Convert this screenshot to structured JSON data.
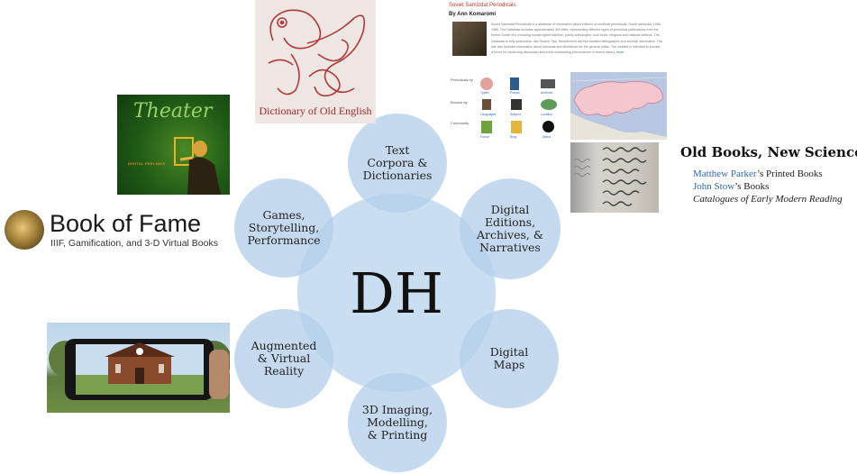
{
  "diagram": {
    "hub": "DH",
    "petals": [
      "Text\nCorpora &\nDictionaries",
      "Digital\nEditions,\nArchives, &\nNarratives",
      "Digital\nMaps",
      "3D Imaging,\nModelling,\n& Printing",
      "Augmented\n& Virtual\nReality",
      "Games,\nStorytelling,\nPerformance"
    ]
  },
  "theater": {
    "title": "Theater",
    "subtitle": "DIGITAL FEELINGS"
  },
  "dictionary": {
    "label": "Dictionary of Old English"
  },
  "fame": {
    "title": "Book of Fame",
    "subtitle": "IIIF, Gamification, and 3-D Virtual Books"
  },
  "soviet": {
    "title": "Soviet Samizdat Periodicals",
    "author": "By Ann Komaromi",
    "description": "Soviet Samizdat Periodicals is a database of information about editions of unofficial periodicals, Soviet samizdat, 1956-1986. The Database includes approximately 300 titles, representing different types of periodical publications from the former Soviet era, including human rights bulletins, poetry anthologies, rock zines, religious and national editions. The Database is fully searchable; see Search Tips. Researchers will find detailed bibliographic and archival information. The site also includes information about samizdat and dissidence for the general public. The website is intended to provide a forum for continuing discussion about this outstanding phenomenon of recent history.",
    "more": "more",
    "groups": [
      "Periodicals by",
      "Browse by",
      "Community"
    ],
    "icons": [
      "Types",
      "People",
      "Archives",
      "Languages",
      "Subject",
      "Location",
      "Forum",
      "Blog",
      "About"
    ]
  },
  "oldbooks": {
    "title": "Old Books, New Science",
    "line1_link": "Matthew Parker",
    "line1_rest": "’s Printed Books",
    "line2_link": "John Stow",
    "line2_rest": "’s Books",
    "line3": "Catalogues of Early Modern Reading"
  },
  "colors": {
    "petal": "#b5d0eb",
    "link": "#2e67b8",
    "dict_red": "#9b2a2a",
    "soviet_red": "#c0392b"
  }
}
